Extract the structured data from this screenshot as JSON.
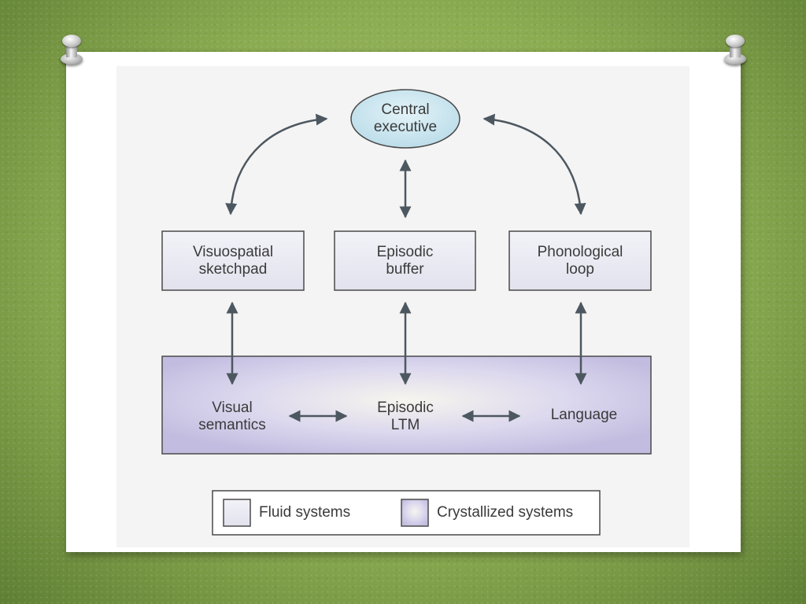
{
  "nodes": {
    "central_executive": "Central\nexecutive",
    "visuospatial_sketchpad": "Visuospatial\nsketchpad",
    "episodic_buffer": "Episodic\nbuffer",
    "phonological_loop": "Phonological\nloop",
    "visual_semantics": "Visual\nsemantics",
    "episodic_ltm": "Episodic\nLTM",
    "language": "Language"
  },
  "legend": {
    "fluid": "Fluid systems",
    "crystallized": "Crystallized systems"
  },
  "colors": {
    "background_green": "#8cac52",
    "ellipse_fill": "#cfe7f1",
    "fluid_box_fill": "#ebebf4",
    "crystallized_fill": "#cfcbe6",
    "border": "#4a4a4a",
    "arrow": "#4d5760"
  }
}
